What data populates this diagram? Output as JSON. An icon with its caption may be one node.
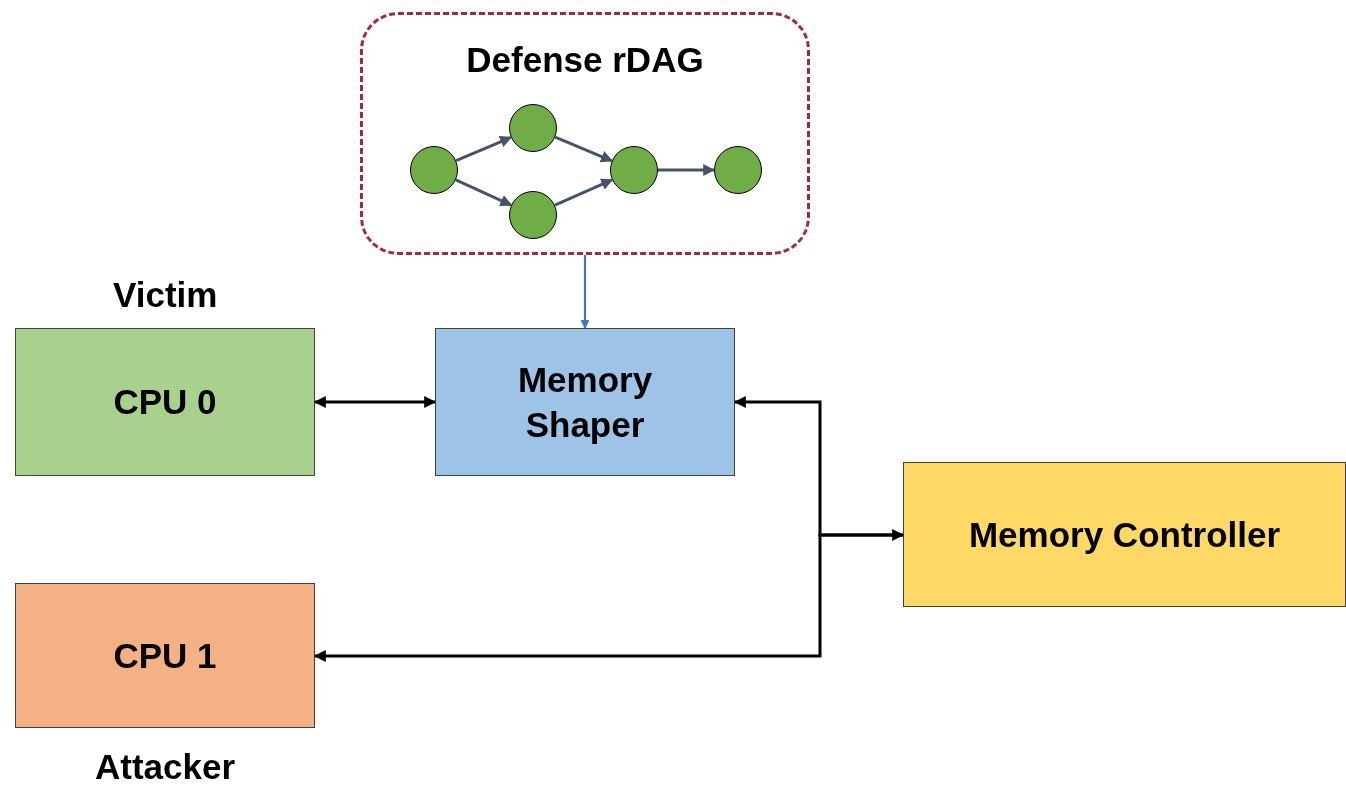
{
  "diagram": {
    "nodes": [
      {
        "text": [
          "Defense rDAG"
        ]
      },
      {
        "text": [],
        "shape": "circle",
        "in": 0
      },
      {
        "text": [],
        "shape": "circle",
        "in": 0
      },
      {
        "text": [],
        "shape": "circle",
        "in": 0
      },
      {
        "text": [],
        "shape": "circle",
        "in": 0
      },
      {
        "text": [],
        "shape": "circle",
        "in": 0
      },
      {
        "text": [
          "CPU 0"
        ],
        "beside": [
          "Victim"
        ]
      },
      {
        "text": [
          "Memory Shaper"
        ]
      },
      {
        "text": [
          "CPU 1"
        ],
        "beside": [
          "Attacker"
        ]
      },
      {
        "text": [
          "Memory Controller"
        ]
      }
    ],
    "edges": [
      {
        "from": 1,
        "to": 2,
        "arrow": "to",
        "color": "#44546a"
      },
      {
        "from": 1,
        "to": 3,
        "arrow": "to",
        "color": "#44546a"
      },
      {
        "from": 2,
        "to": 4,
        "arrow": "to",
        "color": "#44546a"
      },
      {
        "from": 3,
        "to": 4,
        "arrow": "to",
        "color": "#44546a"
      },
      {
        "from": 4,
        "to": 5,
        "arrow": "to",
        "color": "#44546a"
      },
      {
        "from": 0,
        "to": 7,
        "arrow": "to",
        "color": "#4472c4"
      },
      {
        "from": 6,
        "to": 7,
        "arrow": "both",
        "color": "#000000"
      },
      {
        "from": 7,
        "to": 9,
        "arrow": "both",
        "color": "#000000"
      },
      {
        "from": 9,
        "to": 8,
        "arrow": "to",
        "color": "#000000"
      }
    ]
  }
}
